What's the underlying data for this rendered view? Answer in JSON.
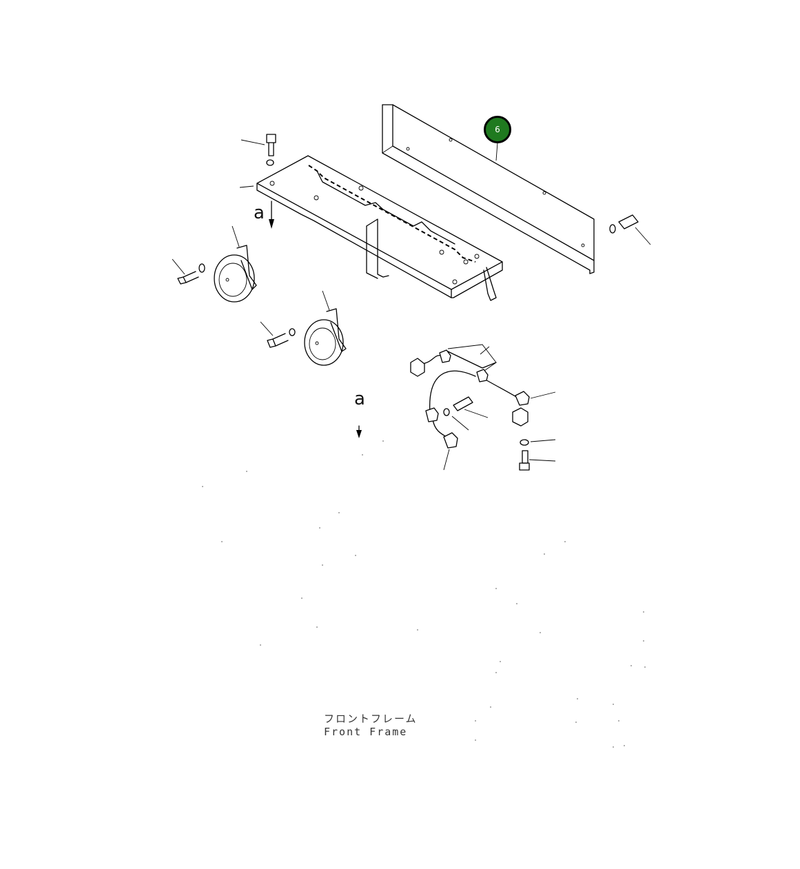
{
  "diagram": {
    "view_markers": [
      {
        "id": "view-a-upper",
        "label": "a"
      },
      {
        "id": "view-a-lower",
        "label": "a"
      }
    ],
    "caption": {
      "line1": "フロントフレーム",
      "line2": "Front Frame"
    },
    "callouts": [
      {
        "number": "6",
        "color": "#1f7a1f",
        "part": "cover-plate"
      }
    ]
  }
}
